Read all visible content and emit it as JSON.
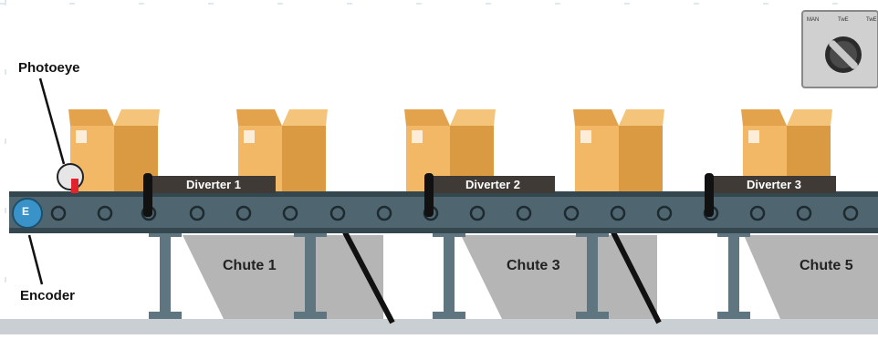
{
  "labels": {
    "photoeye": "Photoeye",
    "encoder": "Encoder",
    "encoder_badge": "E"
  },
  "diverters": [
    "Diverter 1",
    "Diverter 2",
    "Diverter 3"
  ],
  "chutes": [
    "Chute 1",
    "Chute 3",
    "Chute 5"
  ],
  "selector": {
    "positions": [
      "MAN",
      "TwE",
      "TwE"
    ]
  },
  "colors": {
    "belt": "#4f6670",
    "belt_dark": "#34474f",
    "box_light": "#f2b866",
    "box_dark": "#d99a42",
    "chute": "#b5b5b5",
    "diverter_label_bg": "#3f3a36",
    "leg": "#5f7680",
    "encoder": "#3a93c8",
    "photoeye_led": "#e0232c"
  }
}
